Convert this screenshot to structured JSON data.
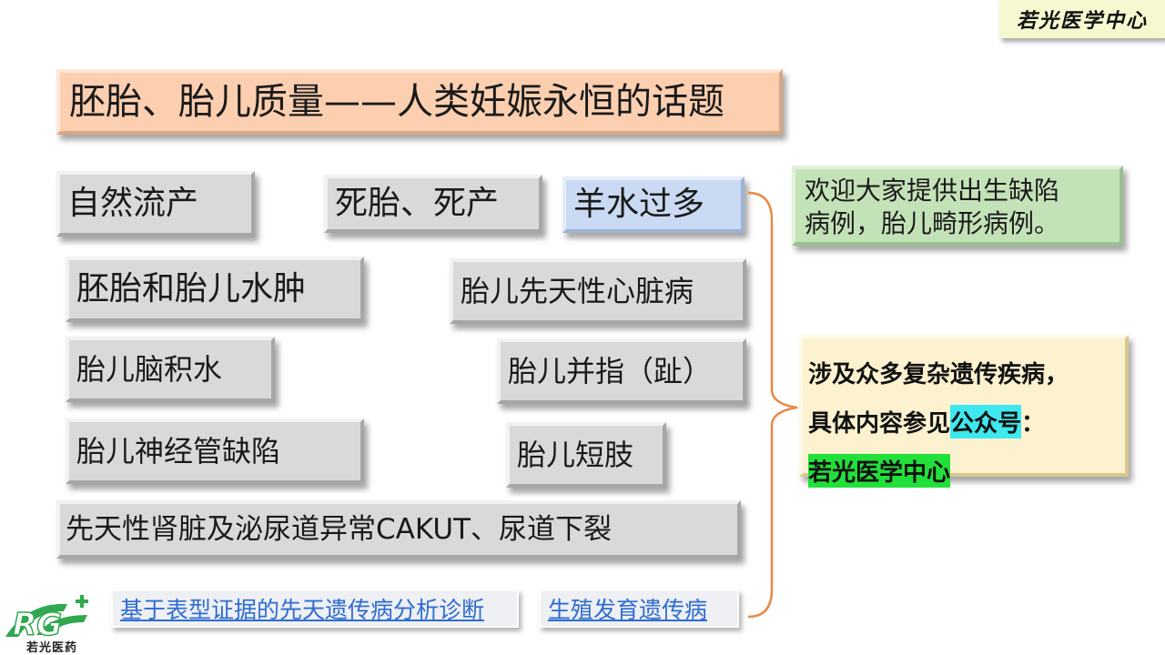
{
  "brand": {
    "text": "若光医学中心"
  },
  "title": "胚胎、胎儿质量——人类妊娠永恒的话题",
  "items": {
    "natural_abortion": "自然流产",
    "stillbirth": "死胎、死产",
    "polyhydramnios": "羊水过多",
    "hydrops": "胚胎和胎儿水肿",
    "heart_disease": "胎儿先天性心脏病",
    "hydrocephalus": "胎儿脑积水",
    "syndactyly": "胎儿并指（趾）",
    "neural_tube": "胎儿神经管缺陷",
    "short_limb": "胎儿短肢",
    "cakut": "先天性肾脏及泌尿道异常CAKUT、尿道下裂"
  },
  "green_note": {
    "line1": "欢迎大家提供出生缺陷",
    "line2": "病例，胎儿畸形病例。"
  },
  "yellow_note": {
    "line1": "涉及众多复杂遗传疾病，",
    "line2_prefix": "具体内容参见",
    "line2_highlight": "公众号",
    "line2_suffix": "：",
    "line3_highlight": "若光医学中心"
  },
  "links": {
    "phenotype": "基于表型证据的先天遗传病分析诊断",
    "reproductive": "生殖发育遗传病"
  },
  "logo": {
    "mark": "RG",
    "name": "若光医药"
  },
  "colors": {
    "brace": "#e8894a",
    "logo_green": "#2fa84f",
    "highlight_cyan": "#3ee8ee",
    "highlight_green": "#22e03a"
  }
}
